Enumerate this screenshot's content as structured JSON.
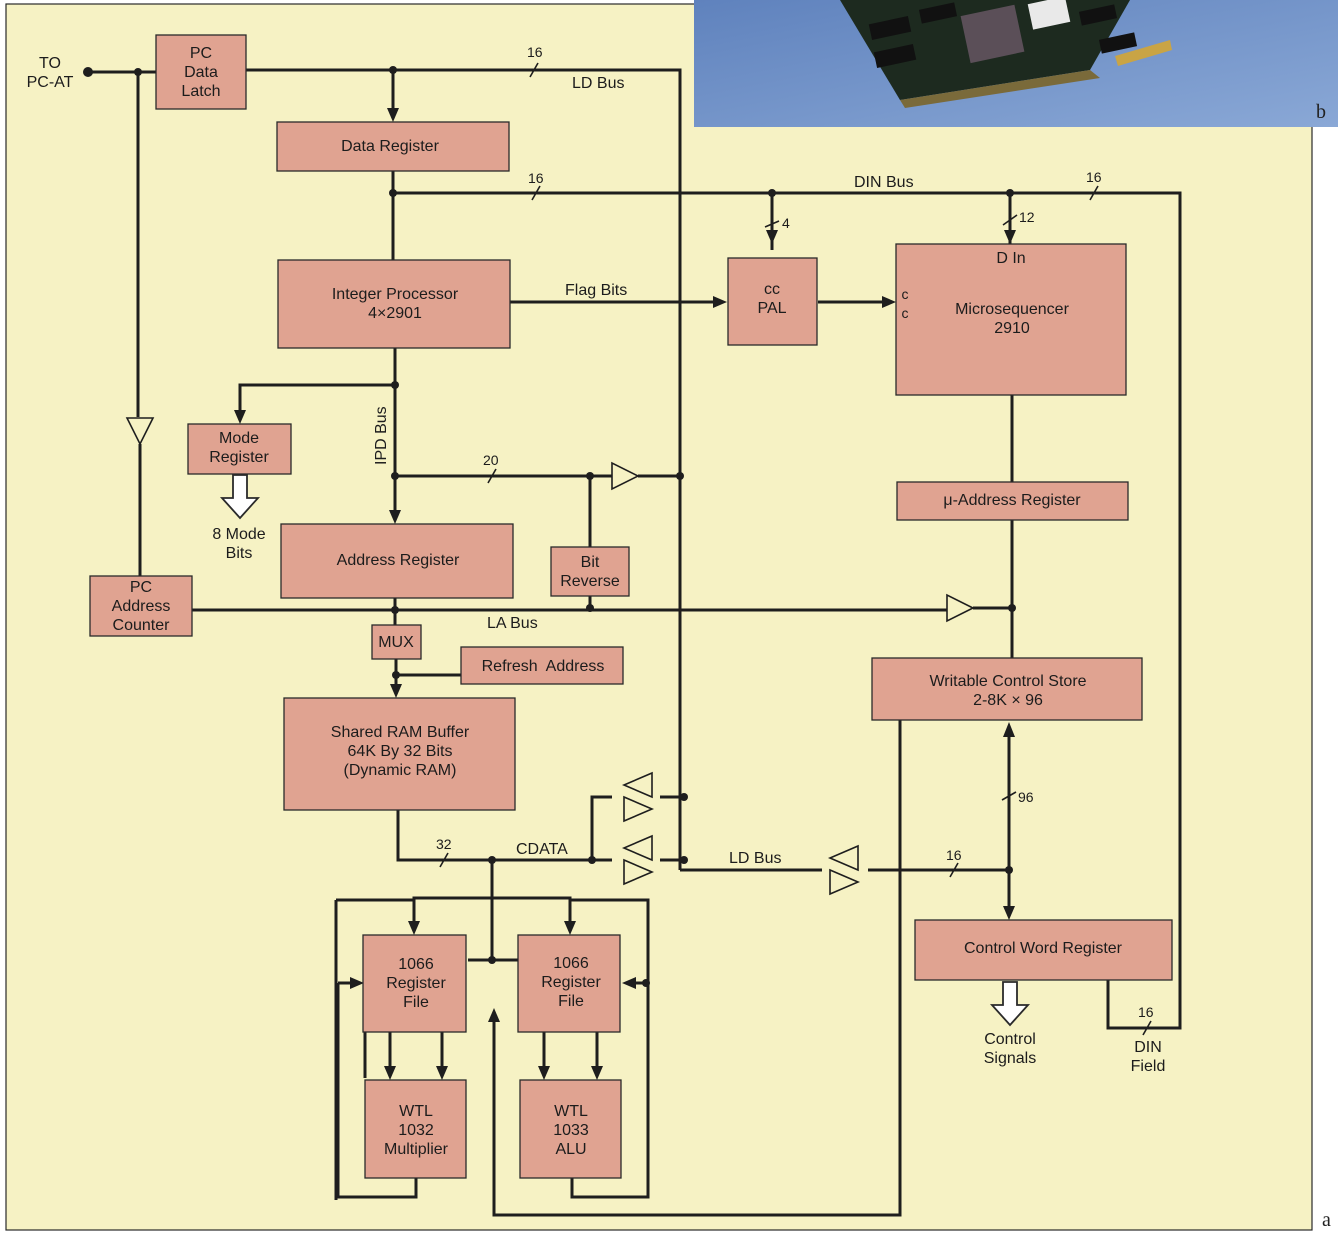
{
  "labels": {
    "to_pc_at": [
      "TO",
      "PC-AT"
    ],
    "pc_data_latch": [
      "PC",
      "Data",
      "Latch"
    ],
    "data_register": [
      "Data Register"
    ],
    "integer_processor": [
      "Integer Processor",
      "4×2901"
    ],
    "mode_register": [
      "Mode",
      "Register"
    ],
    "mode_bits": [
      "8 Mode",
      "Bits"
    ],
    "address_register": [
      "Address Register"
    ],
    "bit_reverse": [
      "Bit",
      "Reverse"
    ],
    "pc_address_counter": [
      "PC",
      "Address",
      "Counter"
    ],
    "mux": [
      "MUX"
    ],
    "refresh_address": [
      "Refresh  Address"
    ],
    "shared_ram": [
      "Shared RAM Buffer",
      "64K By 32 Bits",
      "(Dynamic RAM)"
    ],
    "regfile_1": [
      "1066",
      "Register",
      "File"
    ],
    "regfile_2": [
      "1066",
      "Register",
      "File"
    ],
    "multiplier": [
      "WTL",
      "1032",
      "Multiplier"
    ],
    "alu": [
      "WTL",
      "1033",
      "ALU"
    ],
    "cc_pal": [
      "cc",
      "PAL"
    ],
    "microsequencer": [
      "Microsequencer",
      "2910"
    ],
    "microsequencer_din": "D In",
    "microsequencer_cc": [
      "c",
      "c"
    ],
    "u_address_register": [
      "μ-Address Register"
    ],
    "writable_control_store": [
      "Writable Control Store",
      "2-8K × 96"
    ],
    "control_word_register": [
      "Control Word Register"
    ],
    "control_signals": [
      "Control",
      "Signals"
    ],
    "din_field": [
      "DIN",
      "Field"
    ]
  },
  "bus_labels": {
    "ld_bus_top": "LD Bus",
    "ld_bus_bottom": "LD Bus",
    "din_bus": "DIN Bus",
    "flag_bits": "Flag Bits",
    "ipd_bus": "IPD Bus",
    "la_bus": "LA Bus",
    "cdata": "CDATA"
  },
  "bus_widths": {
    "ld_top": "16",
    "din_left": "16",
    "din_right": "16",
    "cc_pal_in": "4",
    "microsequencer_in": "12",
    "ipd_branch": "20",
    "cdata": "32",
    "ld_bottom": "16",
    "wcs_link": "96",
    "din_field": "16"
  },
  "figure_letters": {
    "a": "a",
    "b": "b"
  },
  "colors": {
    "panel": "#f6f2c4",
    "block": "#e0a391",
    "photo": "#6d8ec4",
    "line": "#1e1e1e"
  }
}
